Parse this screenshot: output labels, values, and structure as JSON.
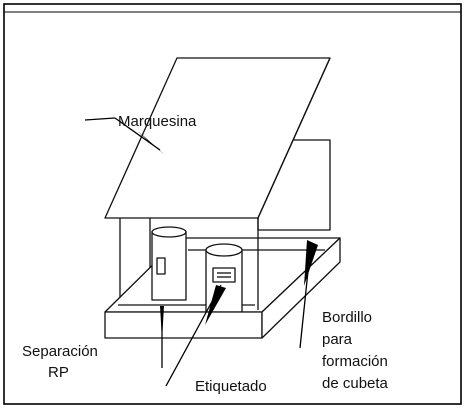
{
  "labels": {
    "marquesina": "Marquesina",
    "separacion": [
      "Separación",
      "RP"
    ],
    "etiquetado": "Etiquetado",
    "bordillo": [
      "Bordillo",
      "para",
      "formación",
      "de cubeta"
    ]
  }
}
